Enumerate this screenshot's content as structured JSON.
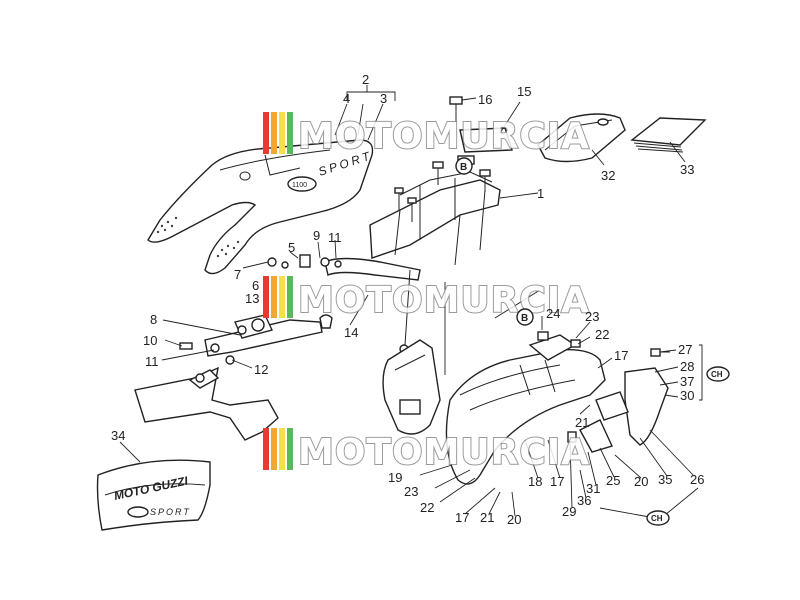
{
  "watermark": "MOTOMURCIA",
  "stripe_colors": [
    "#e63b2e",
    "#f0a830",
    "#f6e04a",
    "#5bb85b"
  ],
  "seat_brand": "SPORT",
  "badge_text": "1100",
  "cover_brand": "MOTO GUZZI",
  "cover_sub": "SPORT",
  "callouts": {
    "c1": "1",
    "c2": "2",
    "c3": "3",
    "c4": "4",
    "c5": "5",
    "c6": "6",
    "c7": "7",
    "c8": "8",
    "c9": "9",
    "c10a": "10",
    "c11a": "11",
    "c11b": "11",
    "c12": "12",
    "c13": "13",
    "c14": "14",
    "c15": "15",
    "c16": "16",
    "c17a": "17",
    "c17b": "17",
    "c17c": "17",
    "c18": "18",
    "c19": "19",
    "c20a": "20",
    "c20b": "20",
    "c21a": "21",
    "c21b": "21",
    "c22a": "22",
    "c22b": "22",
    "c23a": "23",
    "c23b": "23",
    "c24": "24",
    "c25": "25",
    "c26": "26",
    "c27": "27",
    "c28": "28",
    "c29": "29",
    "c30": "30",
    "c31": "31",
    "c32": "32",
    "c33": "33",
    "c34": "34",
    "c35": "35",
    "c36": "36",
    "c37": "37"
  },
  "markers": {
    "b1": "B",
    "b2": "B",
    "ch1": "CH",
    "ch2": "CH"
  }
}
